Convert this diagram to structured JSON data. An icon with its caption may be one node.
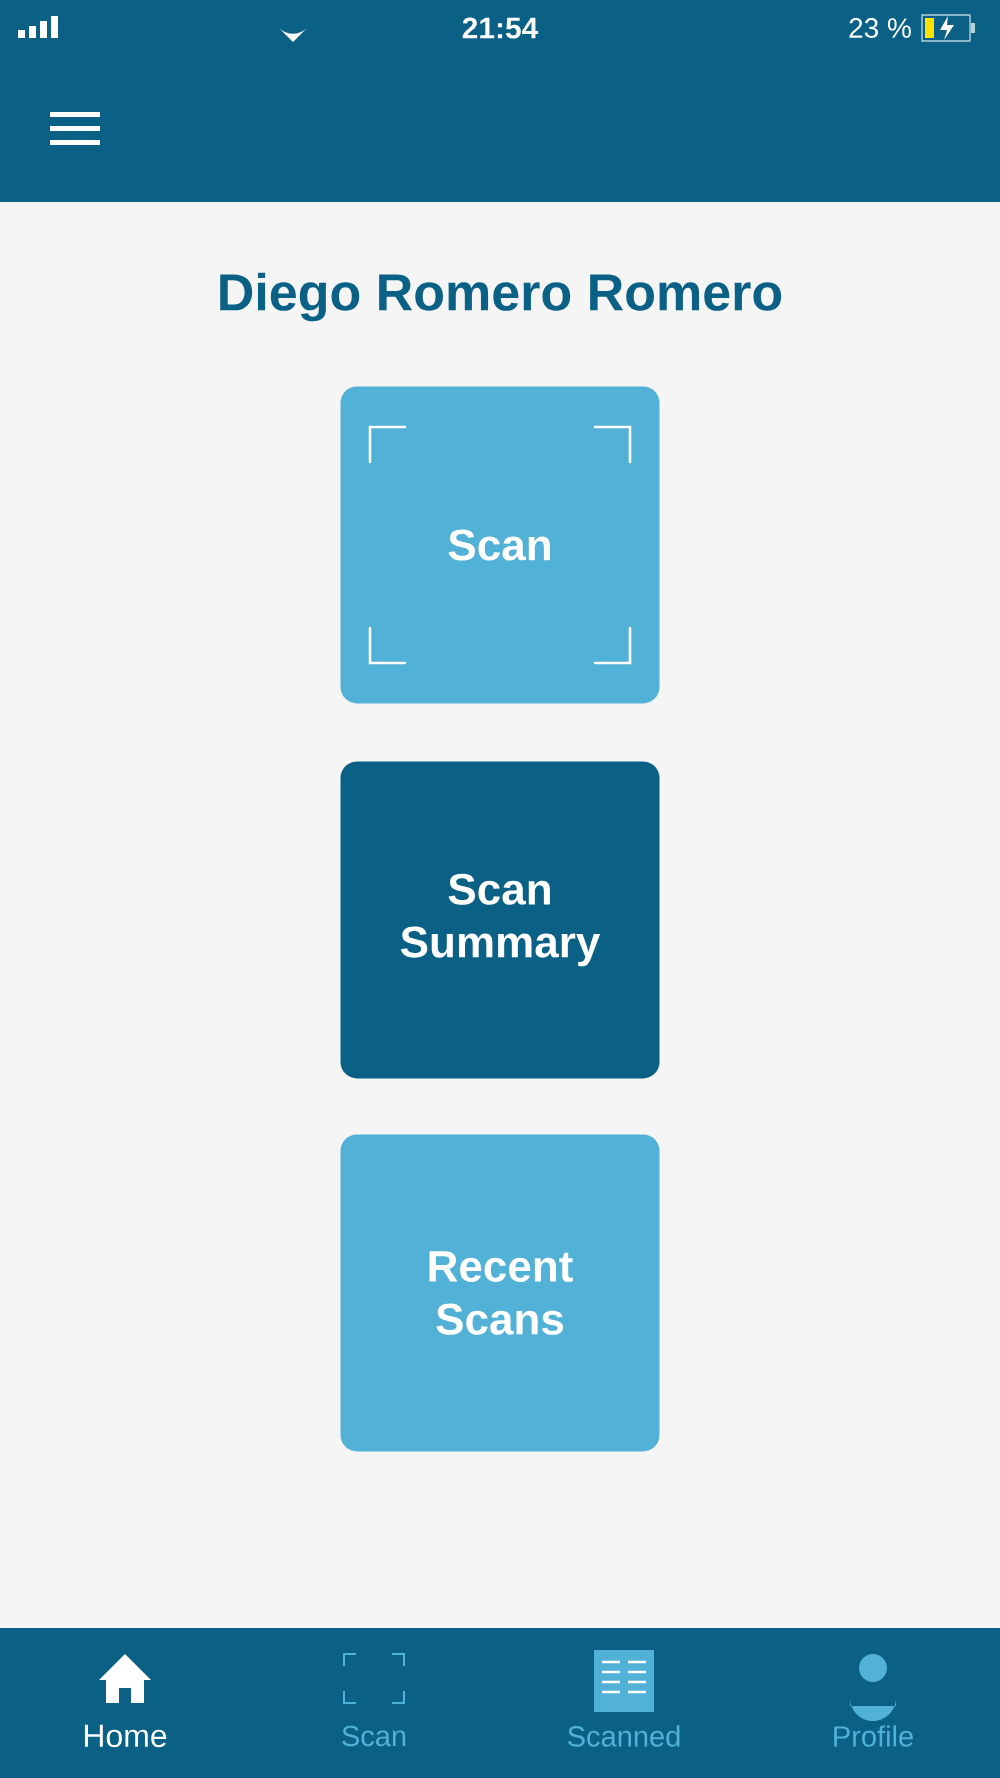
{
  "diagram": {
    "title": "Diego Romero Romero",
    "nodes": [
      {
        "text": [
          "Scan"
        ]
      },
      {
        "text": [
          "Scan Summary"
        ]
      },
      {
        "text": [
          "Recent Scans"
        ]
      }
    ],
    "labels": [
      "21:54",
      "23 %",
      "Home",
      "Scan",
      "Scanned",
      "Profile"
    ]
  }
}
